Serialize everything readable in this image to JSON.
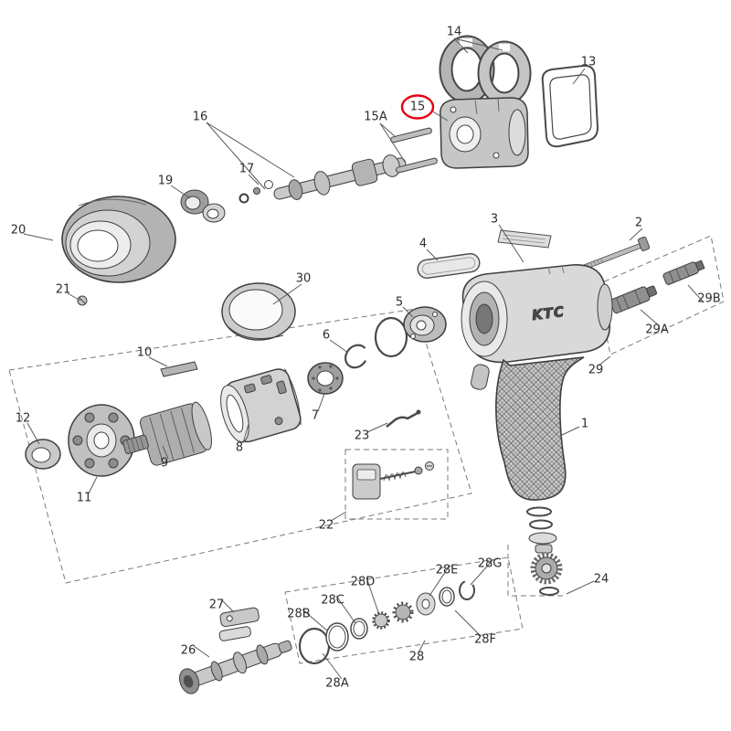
{
  "figure": {
    "type": "exploded-parts-diagram",
    "product_logo": "KTC",
    "highlight": {
      "part": "15",
      "color": "#e60012"
    }
  },
  "labels": {
    "p1": "1",
    "p2": "2",
    "p3": "3",
    "p4": "4",
    "p5": "5",
    "p6": "6",
    "p7": "7",
    "p8": "8",
    "p9": "9",
    "p10": "10",
    "p11": "11",
    "p12": "12",
    "p13": "13",
    "p14": "14",
    "p15": "15",
    "p15a": "15A",
    "p16": "16",
    "p17": "17",
    "p19": "19",
    "p20": "20",
    "p21": "21",
    "p22": "22",
    "p23": "23",
    "p24": "24",
    "p26": "26",
    "p27": "27",
    "p28": "28",
    "p28a": "28A",
    "p28b": "28B",
    "p28c": "28C",
    "p28d": "28D",
    "p28e": "28E",
    "p28f": "28F",
    "p28g": "28G",
    "p29": "29",
    "p29a": "29A",
    "p29b": "29B",
    "p30": "30"
  }
}
